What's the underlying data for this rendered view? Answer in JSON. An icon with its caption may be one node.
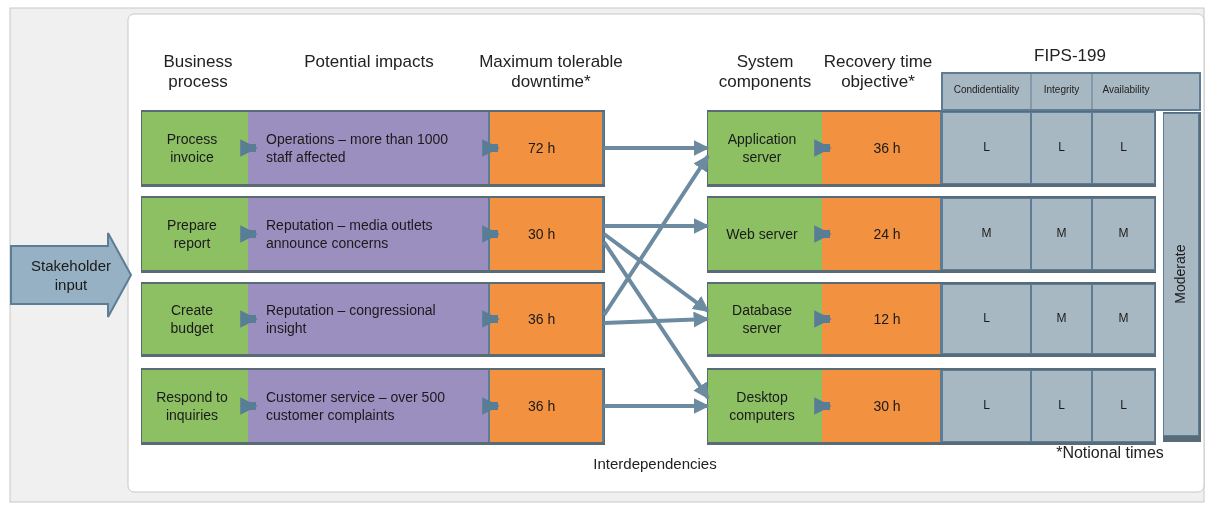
{
  "diagram": {
    "nodes": [
      {
        "text": [
          "Stakeholder input"
        ]
      },
      {
        "text": [
          "Process invoice"
        ]
      },
      {
        "text": [
          "Operations – more than 1000 staff affected"
        ]
      },
      {
        "text": [
          "72 h"
        ]
      },
      {
        "text": [
          "Prepare report"
        ]
      },
      {
        "text": [
          "Reputation – media outlets announce concerns"
        ]
      },
      {
        "text": [
          "30 h"
        ]
      },
      {
        "text": [
          "Create budget"
        ]
      },
      {
        "text": [
          "Reputation – congressional insight"
        ]
      },
      {
        "text": [
          "36 h"
        ]
      },
      {
        "text": [
          "Respond to inquiries"
        ]
      },
      {
        "text": [
          "Customer service – over 500 customer complaints"
        ]
      },
      {
        "text": [
          "36 h"
        ]
      },
      {
        "text": [
          "Application server"
        ]
      },
      {
        "text": [
          "36 h"
        ]
      },
      {
        "text": [
          "L"
        ]
      },
      {
        "text": [
          "L"
        ]
      },
      {
        "text": [
          "L"
        ]
      },
      {
        "text": [
          "Web server"
        ]
      },
      {
        "text": [
          "24 h"
        ]
      },
      {
        "text": [
          "M"
        ]
      },
      {
        "text": [
          "M"
        ]
      },
      {
        "text": [
          "M"
        ]
      },
      {
        "text": [
          "Database server"
        ]
      },
      {
        "text": [
          "12 h"
        ]
      },
      {
        "text": [
          "L"
        ]
      },
      {
        "text": [
          "M"
        ]
      },
      {
        "text": [
          "M"
        ]
      },
      {
        "text": [
          "Desktop computers"
        ]
      },
      {
        "text": [
          "30 h"
        ]
      },
      {
        "text": [
          "L"
        ]
      },
      {
        "text": [
          "L"
        ]
      },
      {
        "text": [
          "L"
        ]
      },
      {
        "text": [
          "Moderate"
        ]
      }
    ],
    "edges": [
      {
        "from": 1,
        "to": 2,
        "arrow": "to"
      },
      {
        "from": 2,
        "to": 3,
        "arrow": "to"
      },
      {
        "from": 4,
        "to": 5,
        "arrow": "to"
      },
      {
        "from": 5,
        "to": 6,
        "arrow": "to"
      },
      {
        "from": 7,
        "to": 8,
        "arrow": "to"
      },
      {
        "from": 8,
        "to": 9,
        "arrow": "to"
      },
      {
        "from": 10,
        "to": 11,
        "arrow": "to"
      },
      {
        "from": 11,
        "to": 12,
        "arrow": "to"
      },
      {
        "from": 13,
        "to": 14,
        "arrow": "to"
      },
      {
        "from": 18,
        "to": 19,
        "arrow": "to"
      },
      {
        "from": 23,
        "to": 24,
        "arrow": "to"
      },
      {
        "from": 28,
        "to": 29,
        "arrow": "to"
      },
      {
        "from": 3,
        "to": 13,
        "arrow": "to"
      },
      {
        "from": 6,
        "to": 18,
        "arrow": "to"
      },
      {
        "from": 6,
        "to": 23,
        "arrow": "to"
      },
      {
        "from": 6,
        "to": 28,
        "arrow": "to"
      },
      {
        "from": 9,
        "to": 13,
        "arrow": "to"
      },
      {
        "from": 9,
        "to": 23,
        "arrow": "to"
      },
      {
        "from": 12,
        "to": 28,
        "arrow": "to"
      }
    ],
    "labels": [
      "Business process",
      "Potential impacts",
      "Maximum tolerable downtime*",
      "System components",
      "Recovery time objective*",
      "FIPS-199",
      "Condidentiality",
      "Integrity",
      "Availability",
      "Interdependencies",
      "*Notional times"
    ]
  }
}
